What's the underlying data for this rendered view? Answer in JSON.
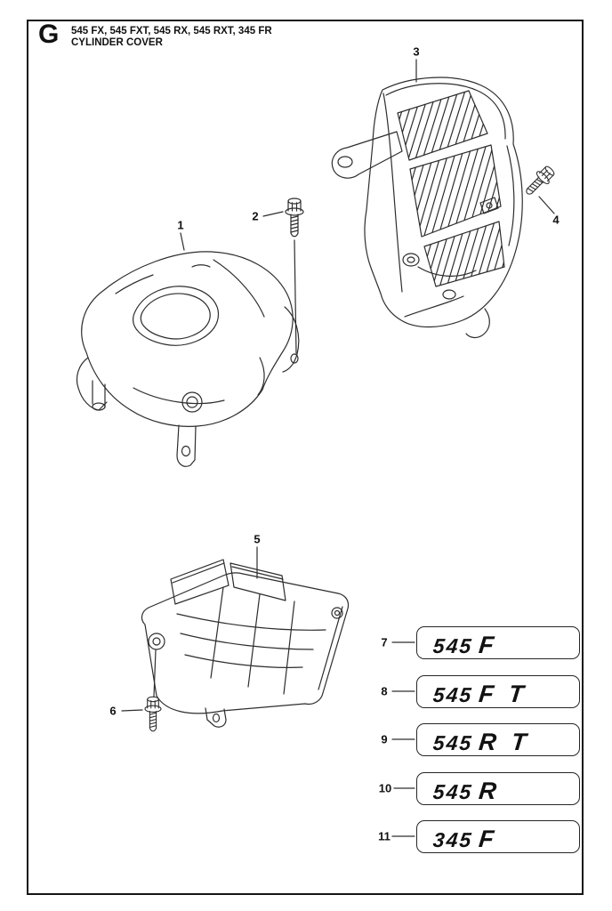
{
  "theme": {
    "line_color": "#2d2d2d",
    "text_color": "#111111",
    "page_background": "#ffffff"
  },
  "header": {
    "section_letter": "G",
    "title": "545 FX, 545 FXT, 545 RX, 545 RXT, 345 FR",
    "subtitle": "CYLINDER COVER"
  },
  "callouts": [
    {
      "label": "1"
    },
    {
      "label": "2"
    },
    {
      "label": "3"
    },
    {
      "label": "4"
    },
    {
      "label": "5"
    },
    {
      "label": "6"
    }
  ],
  "decals": [
    {
      "callout": "7",
      "prefix": "545",
      "letter": "F",
      "suffix": ""
    },
    {
      "callout": "8",
      "prefix": "545",
      "letter": "F",
      "suffix": "T"
    },
    {
      "callout": "9",
      "prefix": "545",
      "letter": "R",
      "suffix": "T"
    },
    {
      "callout": "10",
      "prefix": "545",
      "letter": "R",
      "suffix": ""
    },
    {
      "callout": "11",
      "prefix": "345",
      "letter": "F",
      "suffix": ""
    }
  ]
}
